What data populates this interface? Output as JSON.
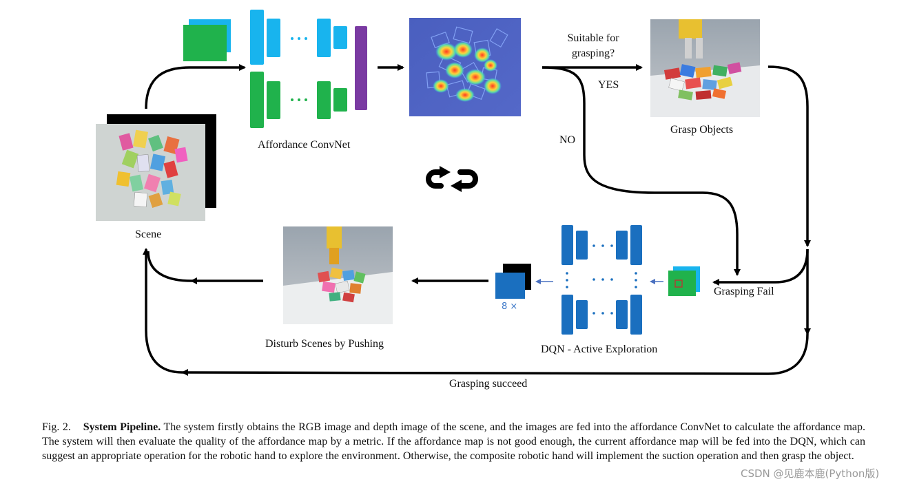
{
  "labels": {
    "affordance_convnet": "Affordance ConvNet",
    "suitable_line1": "Suitable for",
    "suitable_line2": "grasping?",
    "yes": "YES",
    "no": "NO",
    "grasp_objects": "Grasp Objects",
    "scene": "Scene",
    "disturb_scenes": "Disturb Scenes by Pushing",
    "dqn": "DQN - Active Exploration",
    "grasping_fail": "Grasping Fail",
    "grasping_succeed": "Grasping succeed",
    "multiplier": "8 ×"
  },
  "caption": {
    "prefix": "Fig. 2.",
    "bold": "System Pipeline.",
    "text": "The system firstly obtains the RGB image and depth image of the scene, and the images are fed into the affordance ConvNet to calculate the affordance map. The system will then evaluate the quality of the affordance map by a metric. If the affordance map is not good enough, the current affordance map will be fed into the DQN, which can suggest an appropriate operation for the robotic hand to explore the environment. Otherwise, the composite robotic hand will implement the suction operation and then grasp the object."
  },
  "watermark": "CSDN @见鹿本鹿(Python版)",
  "colors": {
    "cyan": "#18b4ee",
    "green": "#20b24c",
    "purple": "#7a3aa2",
    "dqn_blue": "#1a6fbf",
    "arrow": "#000000",
    "small_arrow": "#4a70c0"
  },
  "icons": [
    "loop-arrows-icon"
  ]
}
